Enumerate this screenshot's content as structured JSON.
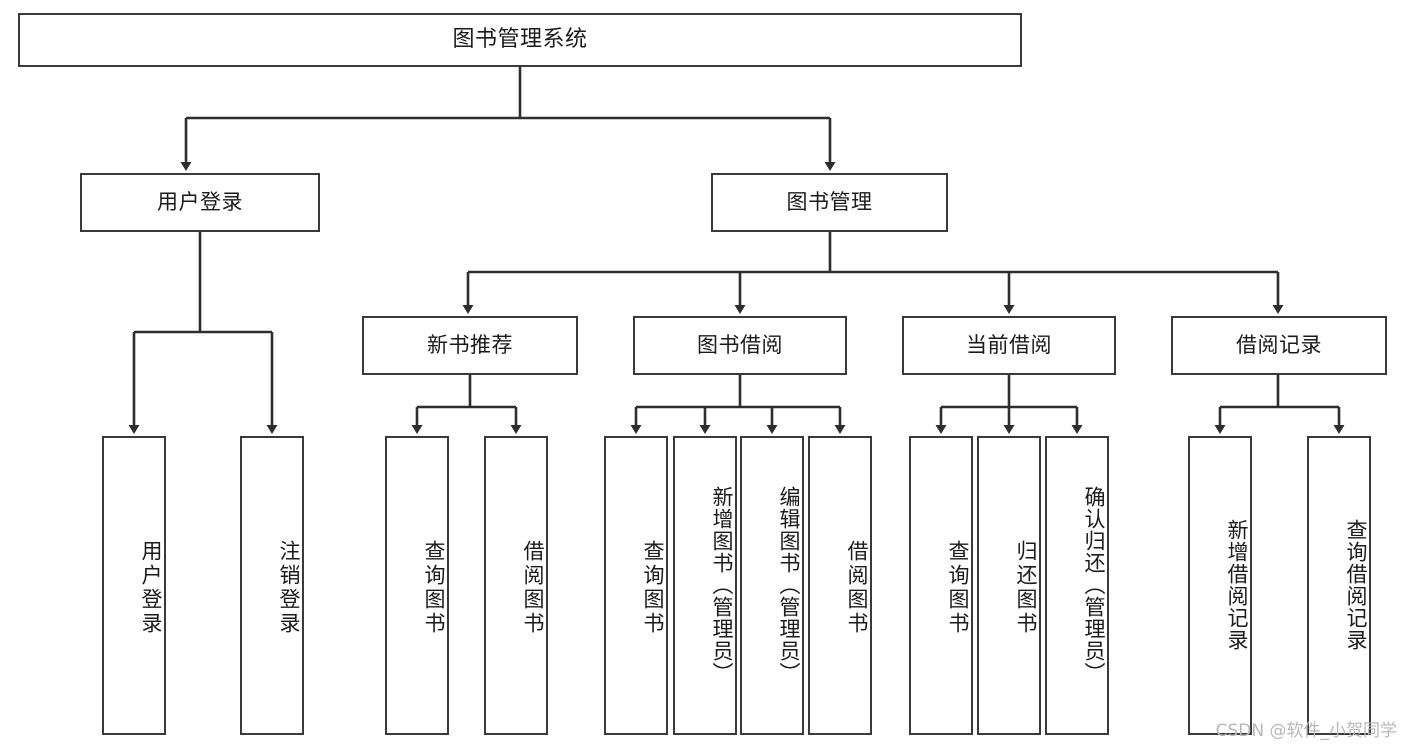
{
  "diagram": {
    "title": "图书管理系统",
    "watermark": "CSDN @软件_小贺同学",
    "stroke_color": "#3a3a3a",
    "text_color": "#1b1b1b",
    "background_color": "#ffffff",
    "watermark_color": "#b8b8b8"
  },
  "nodes": {
    "root": {
      "label": "图书管理系统"
    },
    "level2": [
      {
        "label": "用户登录"
      },
      {
        "label": "图书管理"
      }
    ],
    "level3": [
      {
        "label": "新书推荐"
      },
      {
        "label": "图书借阅"
      },
      {
        "label": "当前借阅"
      },
      {
        "label": "借阅记录"
      }
    ],
    "leaves": [
      {
        "label": "用户登录"
      },
      {
        "label": "注销登录"
      },
      {
        "label": "查询图书"
      },
      {
        "label": "借阅图书"
      },
      {
        "label": "查询图书"
      },
      {
        "label": "新增图书（管理员）"
      },
      {
        "label": "编辑图书（管理员）"
      },
      {
        "label": "借阅图书"
      },
      {
        "label": "查询图书"
      },
      {
        "label": "归还图书"
      },
      {
        "label": "确认归还（管理员）"
      },
      {
        "label": "新增借阅记录"
      },
      {
        "label": "查询借阅记录"
      }
    ]
  }
}
